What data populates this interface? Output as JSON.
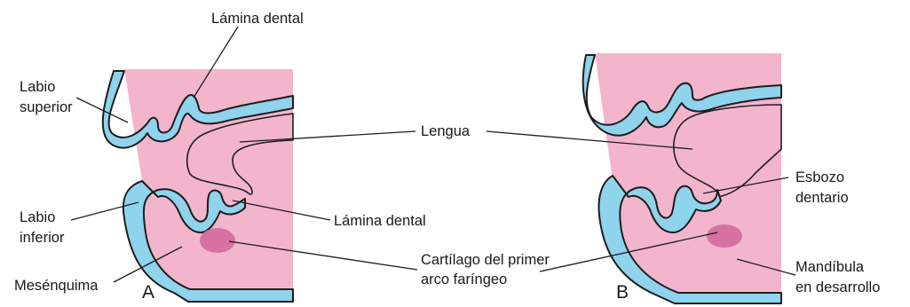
{
  "labels": {
    "lamina_dental_top": "Lámina dental",
    "labio_superior_1": "Labio",
    "labio_superior_2": "superior",
    "lengua": "Lengua",
    "labio_inferior_1": "Labio",
    "labio_inferior_2": "inferior",
    "lamina_dental_mid": "Lámina dental",
    "mesenquima": "Mesénquima",
    "cartilago_1": "Cartílago del primer",
    "cartilago_2": "arco faríngeo",
    "esbozo_1": "Esbozo",
    "esbozo_2": "dentario",
    "mandibula_1": "Mandíbula",
    "mandibula_2": "en desarrollo",
    "panel_a": "A",
    "panel_b": "B"
  },
  "colors": {
    "mesenchyme": "#f3b5cc",
    "epithelium": "#8fd3ec",
    "cartilage": "#d771a2",
    "outline": "#1d1d1d"
  }
}
